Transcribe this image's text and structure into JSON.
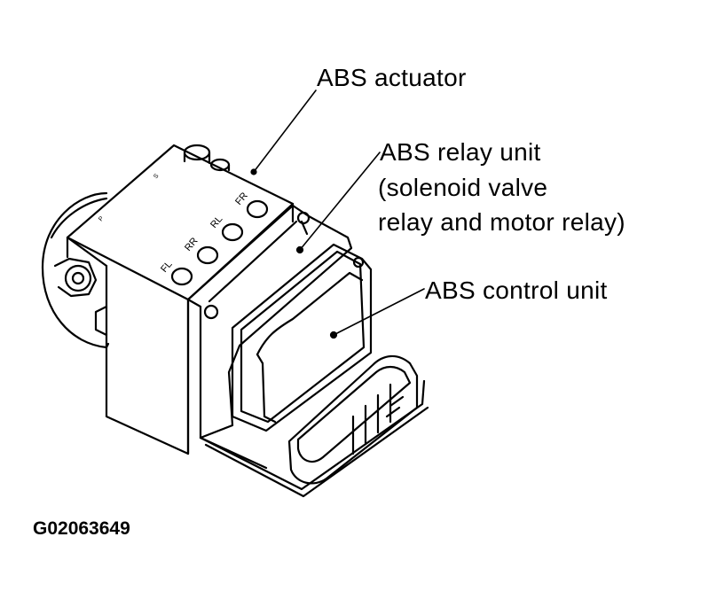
{
  "labels": {
    "actuator": "ABS actuator",
    "relay_line1": "ABS relay unit",
    "relay_line2": "(solenoid valve",
    "relay_line3": "relay and motor relay)",
    "control": "ABS control unit"
  },
  "port_labels": [
    "FL",
    "RR",
    "RL",
    "FR"
  ],
  "small_marks": [
    "P",
    "S"
  ],
  "figure_id": "G02063649",
  "colors": {
    "line": "#000000",
    "background": "#ffffff"
  }
}
